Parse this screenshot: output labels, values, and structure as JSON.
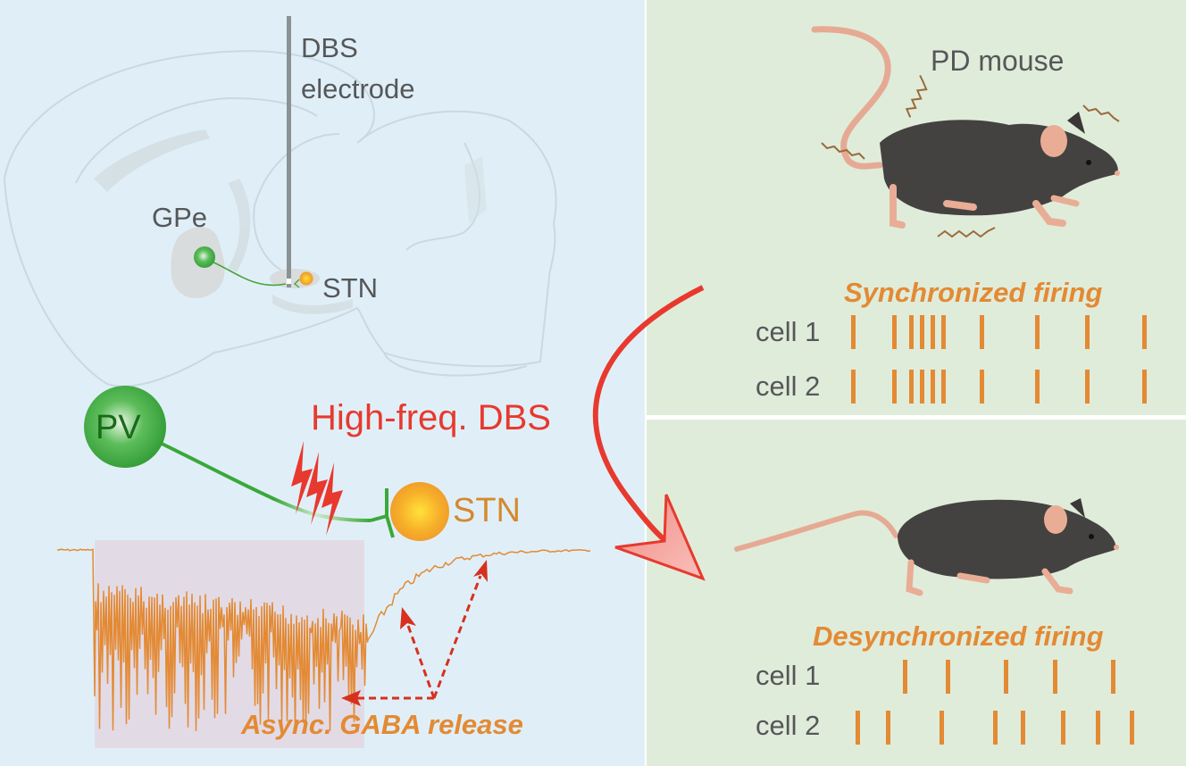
{
  "brain_schematic": {
    "electrode_label_line1": "DBS",
    "electrode_label_line2": "electrode",
    "gpe_label": "GPe",
    "stn_label": "STN"
  },
  "circuit": {
    "pv_label": "PV",
    "stn_label": "STN",
    "stimulus_label": "High-freq. DBS",
    "trace_annotation": "Async. GABA release"
  },
  "pd_mouse": {
    "label": "PD mouse"
  },
  "sync_raster": {
    "title": "Synchronized firing",
    "rows": [
      {
        "label": "cell 1",
        "spike_times": [
          0.0,
          0.095,
          0.135,
          0.16,
          0.185,
          0.21,
          0.3,
          0.43,
          0.545,
          0.68
        ]
      },
      {
        "label": "cell 2",
        "spike_times": [
          0.0,
          0.095,
          0.135,
          0.16,
          0.185,
          0.21,
          0.3,
          0.43,
          0.545,
          0.68
        ]
      }
    ]
  },
  "desync_raster": {
    "title": "Desynchronized firing",
    "rows": [
      {
        "label": "cell 1",
        "spike_times": [
          0.11,
          0.21,
          0.345,
          0.46,
          0.595
        ]
      },
      {
        "label": "cell 2",
        "spike_times": [
          0.0,
          0.07,
          0.195,
          0.32,
          0.385,
          0.48,
          0.56,
          0.64
        ]
      }
    ]
  },
  "colors": {
    "left_bg": "#e0eff7",
    "right_bg": "#e0ecda",
    "accent_orange": "#e38a34",
    "accent_red": "#e8392e",
    "pv_green": "#3aa83a",
    "text_gray": "#555759"
  }
}
